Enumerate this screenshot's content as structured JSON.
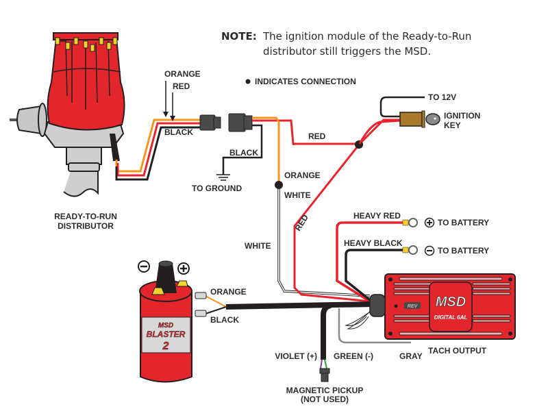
{
  "note": {
    "prefix": "NOTE:",
    "line1": "The ignition module of the Ready-to-Run",
    "line2": "distributor still triggers the MSD."
  },
  "legend": {
    "connection": "INDICATES CONNECTION"
  },
  "components": {
    "distributor": {
      "line1": "READY-TO-RUN",
      "line2": "DISTRIBUTOR"
    },
    "ignition_key": {
      "line1": "IGNITION",
      "line2": "KEY"
    },
    "to_12v": "TO 12V",
    "to_ground": "TO GROUND",
    "msd_box": {
      "brand": "MSD",
      "model": "DIGITAL 6AL",
      "rev": "REV"
    },
    "coil": {
      "brand": "MSD",
      "name": "BLASTER",
      "number": "2"
    },
    "magnetic_pickup": {
      "line1": "MAGNETIC PICKUP",
      "line2": "(NOT USED)"
    },
    "tach_output": "TACH OUTPUT",
    "battery_pos": "TO BATTERY",
    "battery_neg": "TO BATTERY"
  },
  "wires": {
    "dist_orange": "ORANGE",
    "dist_red": "RED",
    "dist_black": "BLACK",
    "ground_black": "BLACK",
    "red_to_key": "RED",
    "orange": "ORANGE",
    "white_top": "WHITE",
    "white_side": "WHITE",
    "red_diag": "RED",
    "heavy_red": "HEAVY RED",
    "heavy_black": "HEAVY BLACK",
    "coil_orange": "ORANGE",
    "coil_black": "BLACK",
    "violet": "VIOLET (+)",
    "green": "GREEN (-)",
    "gray": "GRAY"
  },
  "colors": {
    "red_wire": "#e8232b",
    "orange_wire": "#f7941d",
    "black_wire": "#231f20",
    "white_wire": "#ffffff",
    "gray_wire": "#8a8a8a",
    "violet_wire": "#7b3fa0",
    "green_wire": "#21a04a",
    "body_red": "#e3262b",
    "brass": "#a87a2a"
  }
}
